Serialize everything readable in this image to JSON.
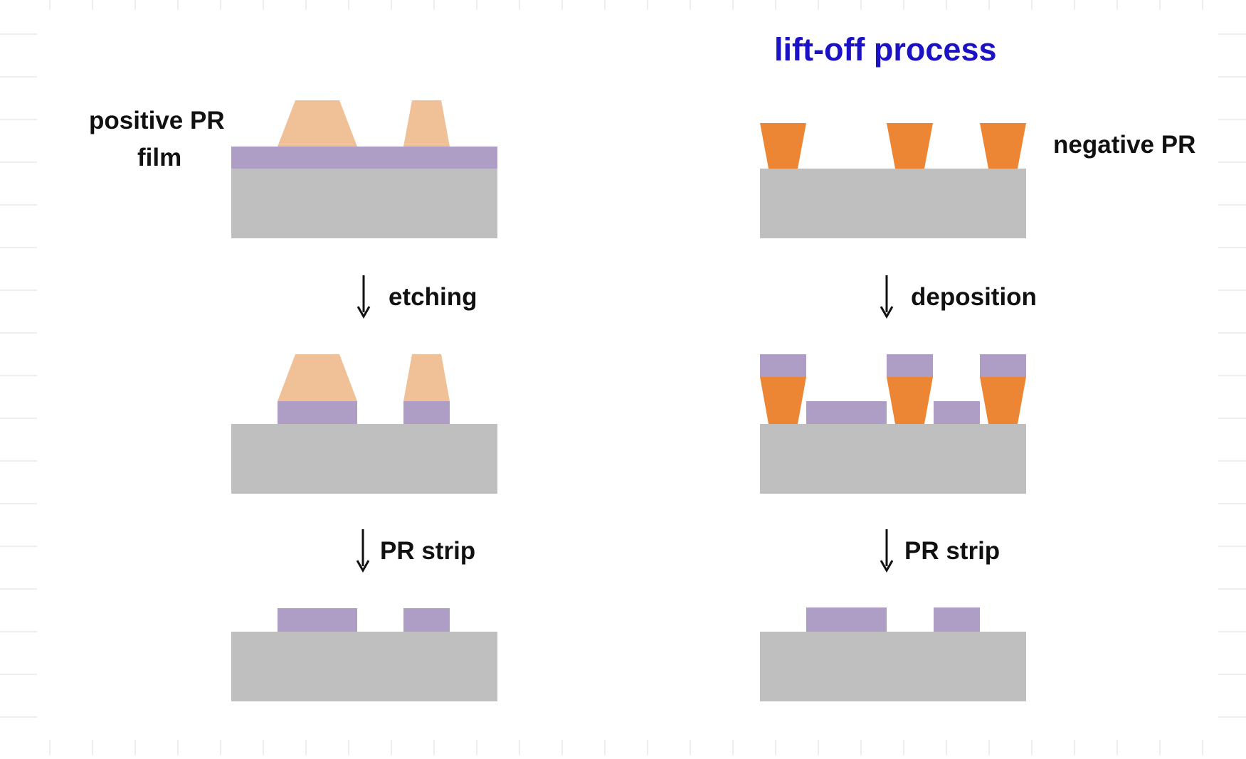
{
  "title": "lift-off process",
  "labels": {
    "positive_pr": "positive PR",
    "film": "film",
    "negative_pr": "negative PR",
    "etching": "etching",
    "deposition": "deposition",
    "pr_strip_left": "PR strip",
    "pr_strip_right": "PR strip"
  },
  "colors": {
    "title": "#1a12c4",
    "substrate": "#bfbfbf",
    "film": "#ae9ec6",
    "positive_pr": "#f0c197",
    "negative_pr": "#ec8634",
    "grid": "#dcdcdc",
    "arrow": "#111111"
  },
  "icons": {
    "process_arrow": "down-arrow-icon"
  }
}
